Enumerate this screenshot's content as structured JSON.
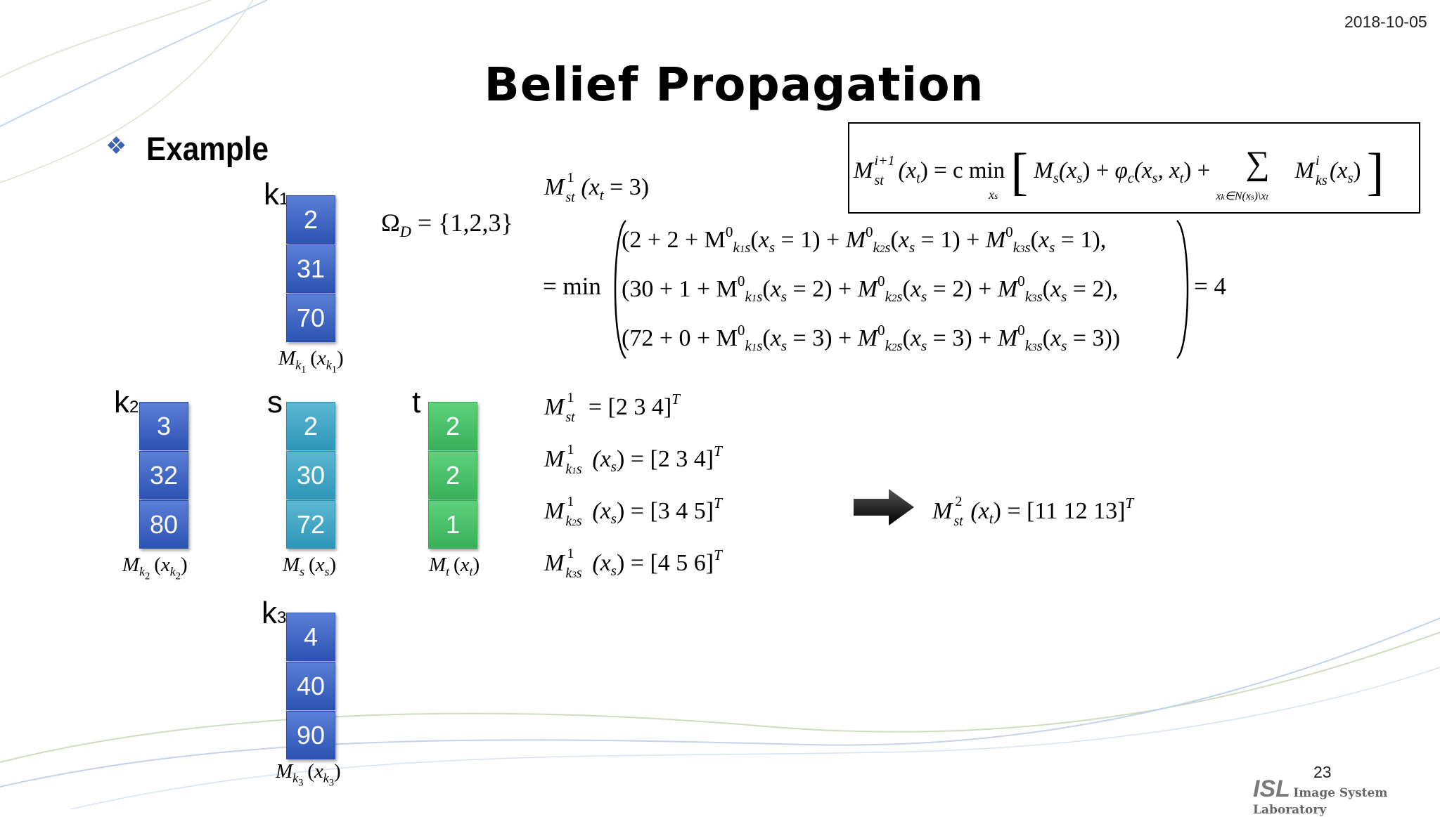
{
  "header": {
    "date": "2018-10-05",
    "title": "Belief Propagation"
  },
  "section": {
    "bullet_icon": "four-diamond-bullet",
    "label": "Example"
  },
  "nodes": {
    "k1": {
      "label": "k",
      "sub": "1",
      "values": [
        "2",
        "31",
        "70"
      ],
      "caption": "M",
      "caption_sub": "k",
      "caption_subsub": "1",
      "caption_arg": "x",
      "caption_arg_sub": "k",
      "caption_arg_subsub": "1"
    },
    "k2": {
      "label": "k",
      "sub": "2",
      "values": [
        "3",
        "32",
        "80"
      ],
      "caption": "M",
      "caption_sub": "k",
      "caption_subsub": "2",
      "caption_arg": "x",
      "caption_arg_sub": "k",
      "caption_arg_subsub": "2"
    },
    "s": {
      "label": "s",
      "values": [
        "2",
        "30",
        "72"
      ],
      "caption": "M",
      "caption_sub": "s",
      "caption_arg": "x",
      "caption_arg_sub": "s"
    },
    "t": {
      "label": "t",
      "values": [
        "2",
        "2",
        "1"
      ],
      "caption": "M",
      "caption_sub": "t",
      "caption_arg": "x",
      "caption_arg_sub": "t"
    },
    "k3": {
      "label": "k",
      "sub": "3",
      "values": [
        "4",
        "40",
        "90"
      ],
      "caption": "M",
      "caption_sub": "k",
      "caption_subsub": "3",
      "caption_arg": "x",
      "caption_arg_sub": "k",
      "caption_arg_subsub": "3"
    }
  },
  "domain": {
    "symbol": "Ω",
    "sub": "D",
    "value": "= {1,2,3}"
  },
  "update_rule": {
    "lhs": "M",
    "lhs_sup": "i+1",
    "lhs_sub": "st",
    "lhs_arg": "(x",
    "lhs_arg_sub": "t",
    "lhs_close": ")",
    "eq": "= c min",
    "min_sub": "x",
    "min_subsub": "s",
    "term1": "M",
    "term1_sub": "s",
    "term1_arg": "(x",
    "term1_arg_sub": "s",
    "term1_close": ") +",
    "term2": "φ",
    "term2_sub": "c",
    "term2_arg": "(x",
    "term2_arg_sub": "s",
    "term2_mid": ", x",
    "term2_arg_sub2": "t",
    "term2_close": ") +",
    "sum": "∑",
    "sum_range": "x",
    "sum_range_sub": "k",
    "sum_range_rest": "∈N(x",
    "sum_range_sub2": "s",
    "sum_range_end": ")\\x",
    "sum_range_sub3": "t",
    "term3": "M",
    "term3_sup": "i",
    "term3_sub": "ks",
    "term3_arg": "(x",
    "term3_arg_sub": "s",
    "term3_close": ")"
  },
  "example_calc": {
    "lhs": "M",
    "lhs_sup": "1",
    "lhs_sub": "st",
    "lhs_arg": "(x",
    "lhs_arg_sub": "t",
    "lhs_arg_rest": " = 3)",
    "eq_min": "= min",
    "rows": [
      {
        "head": "(2 + 2 + M",
        "val": "1",
        "tail": "),",
        "close": "),"
      },
      {
        "head": "(30 + 1 + M",
        "val": "2",
        "tail": "),",
        "close": "),"
      },
      {
        "head": "(72 + 0 + M",
        "val": "3",
        "tail": ")",
        "close": ")"
      }
    ],
    "sup0": "0",
    "result": "= 4"
  },
  "messages": [
    {
      "lhs": "M",
      "sup": "1",
      "sub": "st",
      "arg": "",
      "vec": "= [2   3   4]",
      "T": "T"
    },
    {
      "lhs": "M",
      "sup": "1",
      "sub": "k",
      "subsub": "1",
      "sub2": "s",
      "arg": "(x",
      "arg_sub": "s",
      "arg_close": ")",
      "vec": "= [2   3   4]",
      "T": "T"
    },
    {
      "lhs": "M",
      "sup": "1",
      "sub": "k",
      "subsub": "2",
      "sub2": "s",
      "arg": "(x",
      "arg_sub": "s",
      "arg_close": ")",
      "vec": "= [3   4   5]",
      "T": "T"
    },
    {
      "lhs": "M",
      "sup": "1",
      "sub": "k",
      "subsub": "3",
      "sub2": "s",
      "arg": "(x",
      "arg_sub": "s",
      "arg_close": ")",
      "vec": "= [4   5   6]",
      "T": "T"
    }
  ],
  "result_message": {
    "lhs": "M",
    "sup": "2",
    "sub": "st",
    "arg": "(x",
    "arg_sub": "t",
    "arg_close": ")",
    "vec": "= [11   12   13]",
    "T": "T"
  },
  "arrow_icon": "right-arrow-icon",
  "footer": {
    "page_number": "23",
    "logo_mark": "ISL",
    "logo_text": "Image System Laboratory"
  },
  "colors": {
    "blue_cell": "#3b63c4",
    "teal_cell": "#3aa6c6",
    "green_cell": "#46be68"
  }
}
